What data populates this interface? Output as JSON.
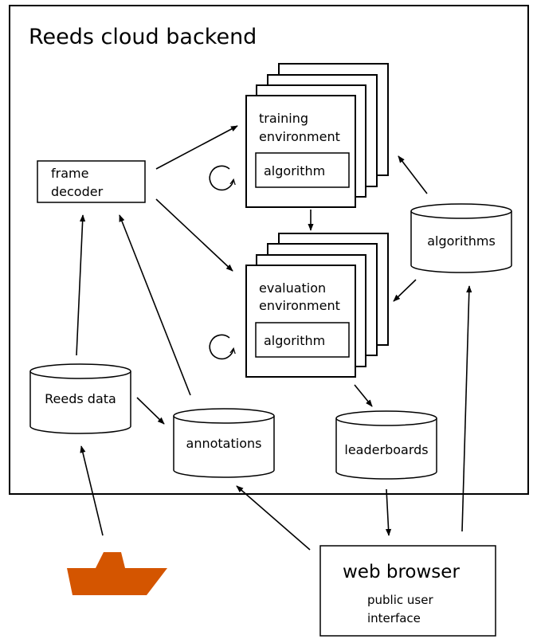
{
  "backend_title": "Reeds cloud backend",
  "frame_decoder": {
    "line1": "frame",
    "line2": "decoder"
  },
  "training": {
    "line1": "training",
    "line2": "environment",
    "algorithm": "algorithm"
  },
  "evaluation": {
    "line1": "evaluation",
    "line2": "environment",
    "algorithm": "algorithm"
  },
  "databases": {
    "algorithms": "algorithms",
    "reeds_data": "Reeds data",
    "annotations": "annotations",
    "leaderboards": "leaderboards"
  },
  "web_browser": {
    "title": "web browser",
    "line1": "public user",
    "line2": "interface"
  },
  "colors": {
    "ship": "#d45500",
    "stroke": "#000000",
    "background": "#ffffff"
  },
  "icons": [
    "loop-arrow-icon",
    "ship-icon"
  ]
}
